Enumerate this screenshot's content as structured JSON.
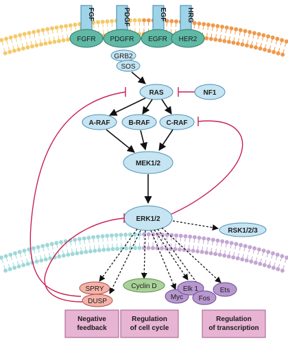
{
  "ligands": [
    "FGF",
    "PDGF",
    "EGF",
    "HRG"
  ],
  "receptors": [
    "FGFR",
    "PDGFR",
    "EGFR",
    "HER2"
  ],
  "adaptors": [
    "GRB2",
    "SOS"
  ],
  "ras": "RAS",
  "nf1": "NF1",
  "raf": [
    "A-RAF",
    "B-RAF",
    "C-RAF"
  ],
  "mek": "MEK1/2",
  "erk": "ERK1/2",
  "rsk": "RSK1/2/3",
  "feedback": [
    "SPRY",
    "DUSP"
  ],
  "cyclin": "Cyclin D",
  "tfs": [
    "Myc",
    "Elk 1",
    "Fos",
    "Ets"
  ],
  "outcomes": [
    [
      "Negative",
      "feedback"
    ],
    [
      "Regulation",
      "of cell cycle"
    ],
    [
      "Regulation",
      "of transcription"
    ]
  ],
  "colors": {
    "membrane_left": "#f3c96a",
    "membrane_right": "#ef9a4c",
    "nuclear_left": "#9fd8d8",
    "nuclear_right": "#c3a6d2",
    "inhibition": "#c81e52",
    "feedback_node": "#f3b3a8",
    "cyclin_node": "#a9d199",
    "tf_node": "#b797cf",
    "outcome_box": "#e8b4d4"
  }
}
